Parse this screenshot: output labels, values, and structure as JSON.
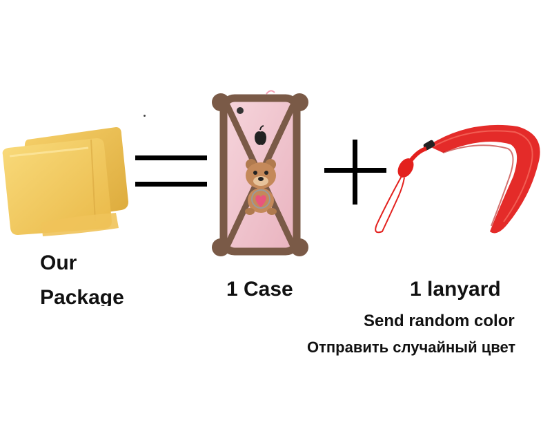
{
  "labels": {
    "our": "Our",
    "package": "Package",
    "case": "1 Case",
    "lanyard": "1  lanyard",
    "random_color": "Send random color",
    "random_color_ru": "Отправить случайный цвет"
  },
  "colors": {
    "envelope": "#f3c95a",
    "case": "#7a5a47",
    "phone": "#f1c6cf",
    "lanyard": "#e3201d",
    "symbol": "#000000"
  }
}
